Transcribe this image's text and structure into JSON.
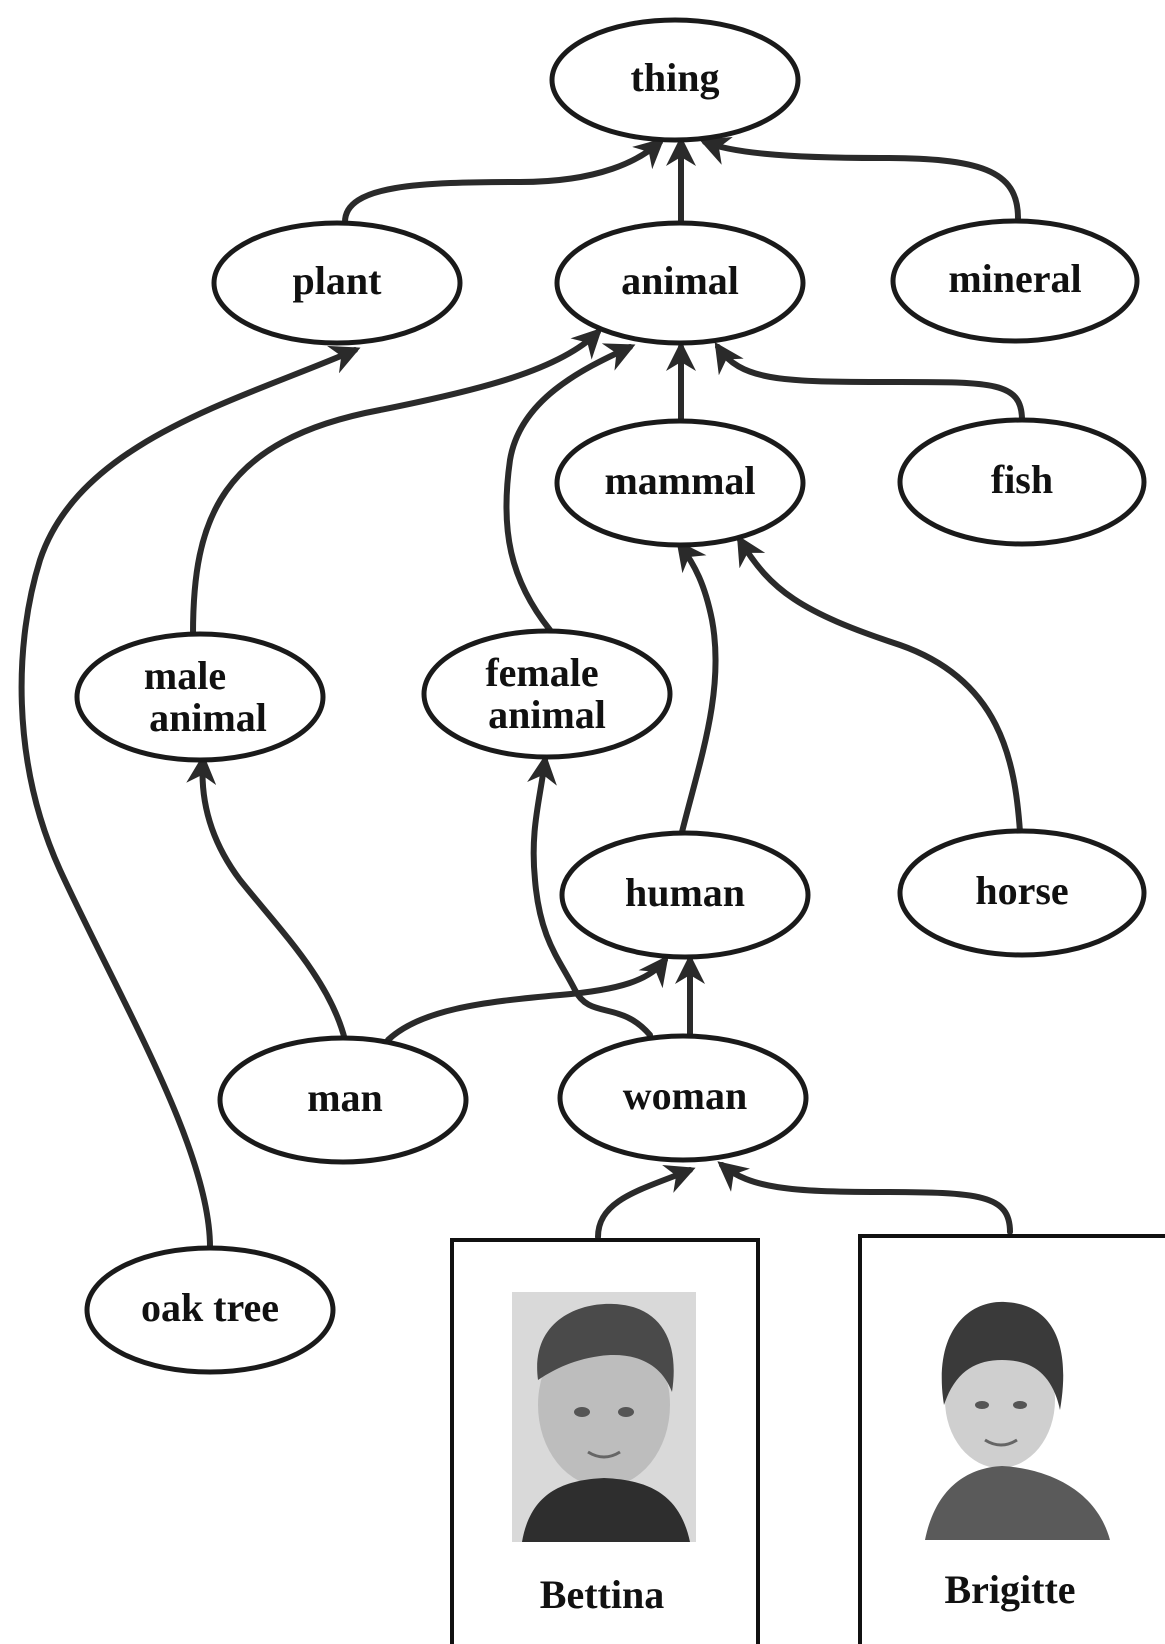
{
  "colors": {
    "line": "#2a2a2a",
    "text": "#111111",
    "background": "#ffffff"
  },
  "nodes": [
    {
      "id": "thing",
      "label": "thing"
    },
    {
      "id": "plant",
      "label": "plant"
    },
    {
      "id": "animal",
      "label": "animal"
    },
    {
      "id": "mineral",
      "label": "mineral"
    },
    {
      "id": "mammal",
      "label": "mammal"
    },
    {
      "id": "fish",
      "label": "fish"
    },
    {
      "id": "male_animal",
      "label": "male animal"
    },
    {
      "id": "female_animal",
      "label": "female animal"
    },
    {
      "id": "human",
      "label": "human"
    },
    {
      "id": "horse",
      "label": "horse"
    },
    {
      "id": "man",
      "label": "man"
    },
    {
      "id": "woman",
      "label": "woman"
    },
    {
      "id": "oak_tree",
      "label": "oak tree"
    }
  ],
  "edges": [
    {
      "from": "plant",
      "to": "thing"
    },
    {
      "from": "animal",
      "to": "thing"
    },
    {
      "from": "mineral",
      "to": "thing"
    },
    {
      "from": "mammal",
      "to": "animal"
    },
    {
      "from": "fish",
      "to": "animal"
    },
    {
      "from": "male_animal",
      "to": "animal"
    },
    {
      "from": "female_animal",
      "to": "animal"
    },
    {
      "from": "human",
      "to": "mammal"
    },
    {
      "from": "horse",
      "to": "mammal"
    },
    {
      "from": "man",
      "to": "male_animal"
    },
    {
      "from": "man",
      "to": "human"
    },
    {
      "from": "woman",
      "to": "human"
    },
    {
      "from": "woman",
      "to": "female_animal"
    },
    {
      "from": "oak_tree",
      "to": "plant"
    },
    {
      "from": "bettina",
      "to": "woman"
    },
    {
      "from": "brigitte",
      "to": "woman"
    }
  ],
  "instances": [
    {
      "id": "bettina",
      "caption": "Bettina",
      "photo_icon": "person-photo"
    },
    {
      "id": "brigitte",
      "caption": "Brigitte",
      "photo_icon": "person-photo"
    }
  ]
}
